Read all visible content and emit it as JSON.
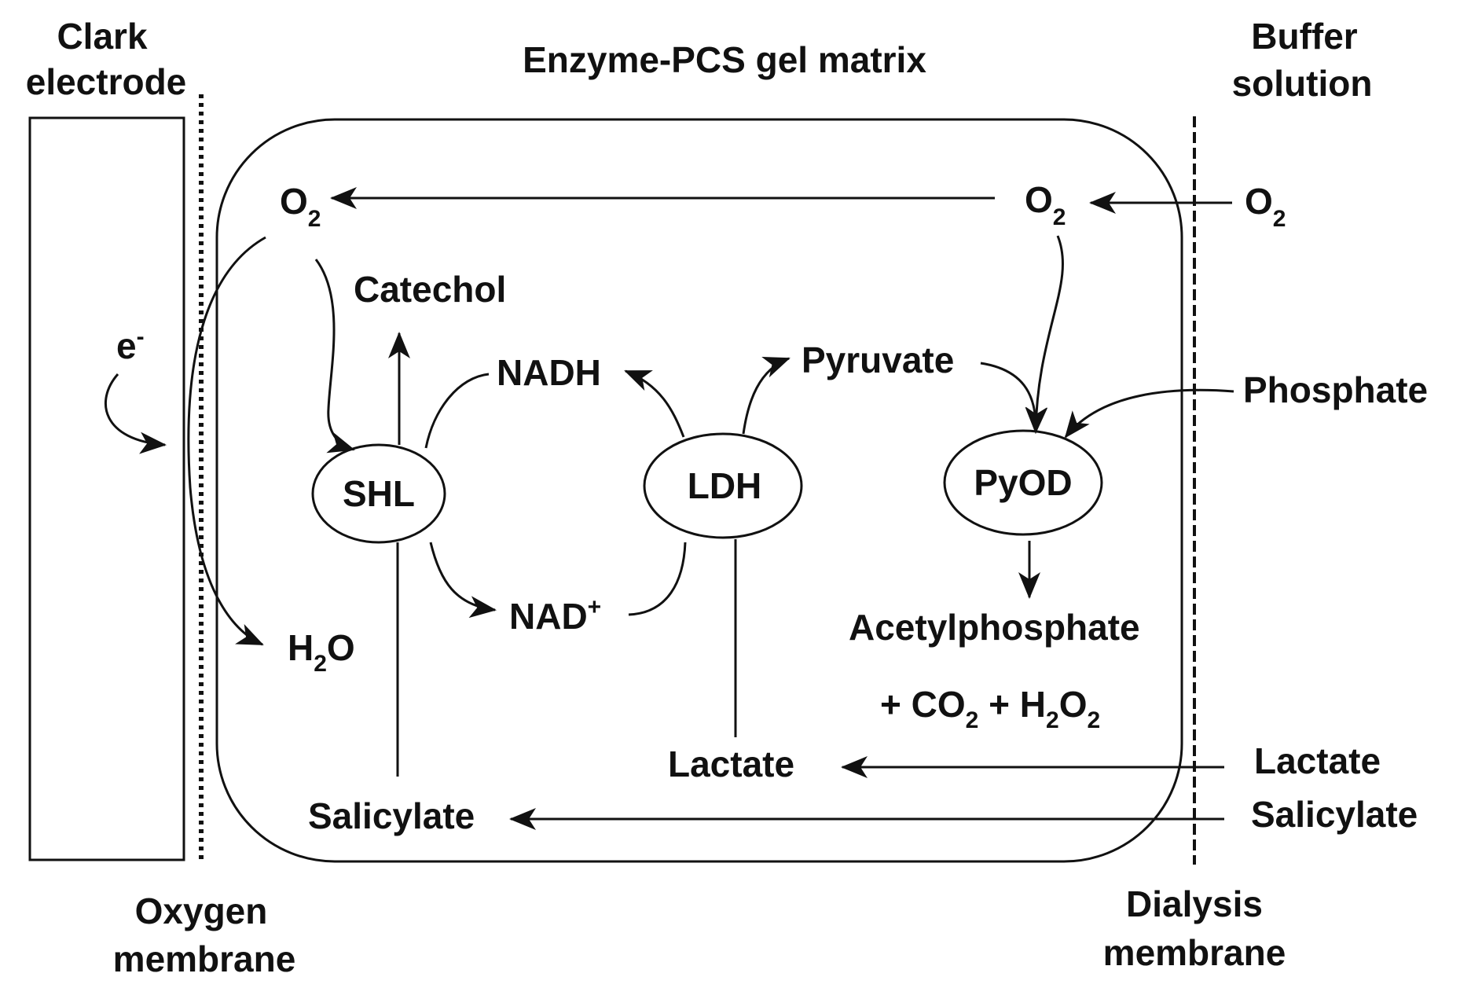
{
  "regions": {
    "clark_electrode": [
      "Clark",
      "electrode"
    ],
    "gel_matrix": "Enzyme-PCS gel matrix",
    "buffer_solution": [
      "Buffer",
      "solution"
    ],
    "oxygen_membrane": [
      "Oxygen",
      "membrane"
    ],
    "dialysis_membrane": [
      "Dialysis",
      "membrane"
    ]
  },
  "electron": {
    "base": "e",
    "sup": "-"
  },
  "oxygen": {
    "base": "O",
    "sub": "2"
  },
  "water": {
    "base": "H",
    "sub": "2",
    "tail": "O"
  },
  "enzymes": {
    "shl": "SHL",
    "ldh": "LDH",
    "pyod": "PyOD"
  },
  "species": {
    "catechol": "Catechol",
    "nadh": "NADH",
    "nad": {
      "base": "NAD",
      "sup": "+"
    },
    "pyruvate": "Pyruvate",
    "phosphate": "Phosphate",
    "acetylphosphate": "Acetylphosphate",
    "lactate": "Lactate",
    "salicylate": "Salicylate"
  },
  "byproducts": {
    "plus": "+ CO",
    "co2_sub": "2",
    "plus2": " + H",
    "h2o2_sub1": "2",
    "o": "O",
    "h2o2_sub2": "2"
  }
}
